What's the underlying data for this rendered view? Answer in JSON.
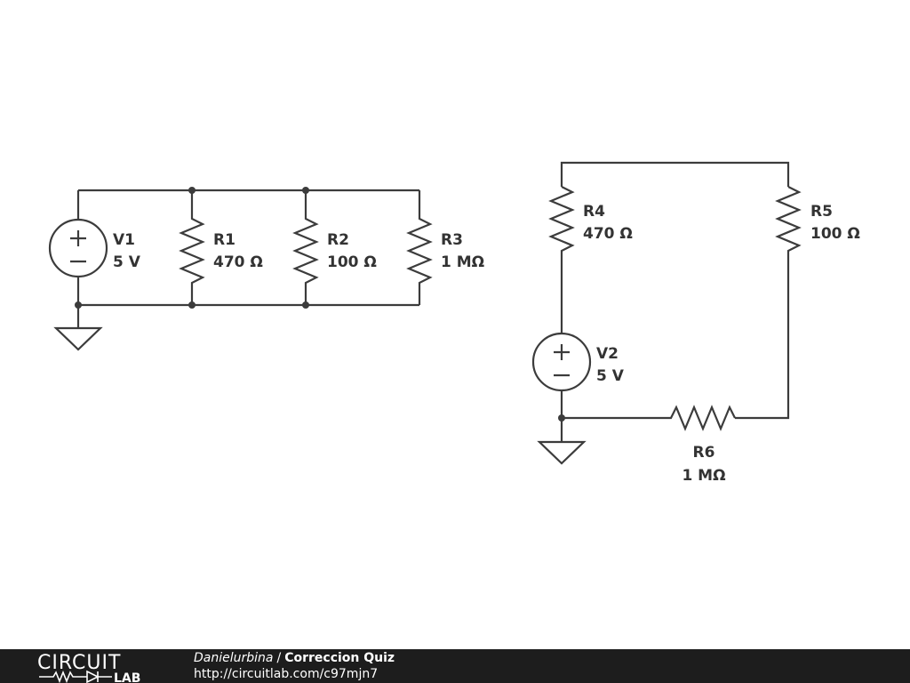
{
  "circuit_left": {
    "source": {
      "name": "V1",
      "value": "5 V"
    },
    "resistors": [
      {
        "name": "R1",
        "value": "470 Ω"
      },
      {
        "name": "R2",
        "value": "100 Ω"
      },
      {
        "name": "R3",
        "value": "1 MΩ"
      }
    ]
  },
  "circuit_right": {
    "source": {
      "name": "V2",
      "value": "5 V"
    },
    "resistors": [
      {
        "name": "R4",
        "value": "470 Ω"
      },
      {
        "name": "R5",
        "value": "100 Ω"
      },
      {
        "name": "R6",
        "value": "1 MΩ"
      }
    ]
  },
  "footer": {
    "logo_top": "CIRCUIT",
    "logo_bottom": "LAB",
    "author": "Danielurbina",
    "separator": "/",
    "title": "Correccion Quiz",
    "url": "http://circuitlab.com/c97mjn7"
  },
  "colors": {
    "wire": "#3c3c3c",
    "footer_bg": "#1d1d1d",
    "text": "#333333"
  }
}
